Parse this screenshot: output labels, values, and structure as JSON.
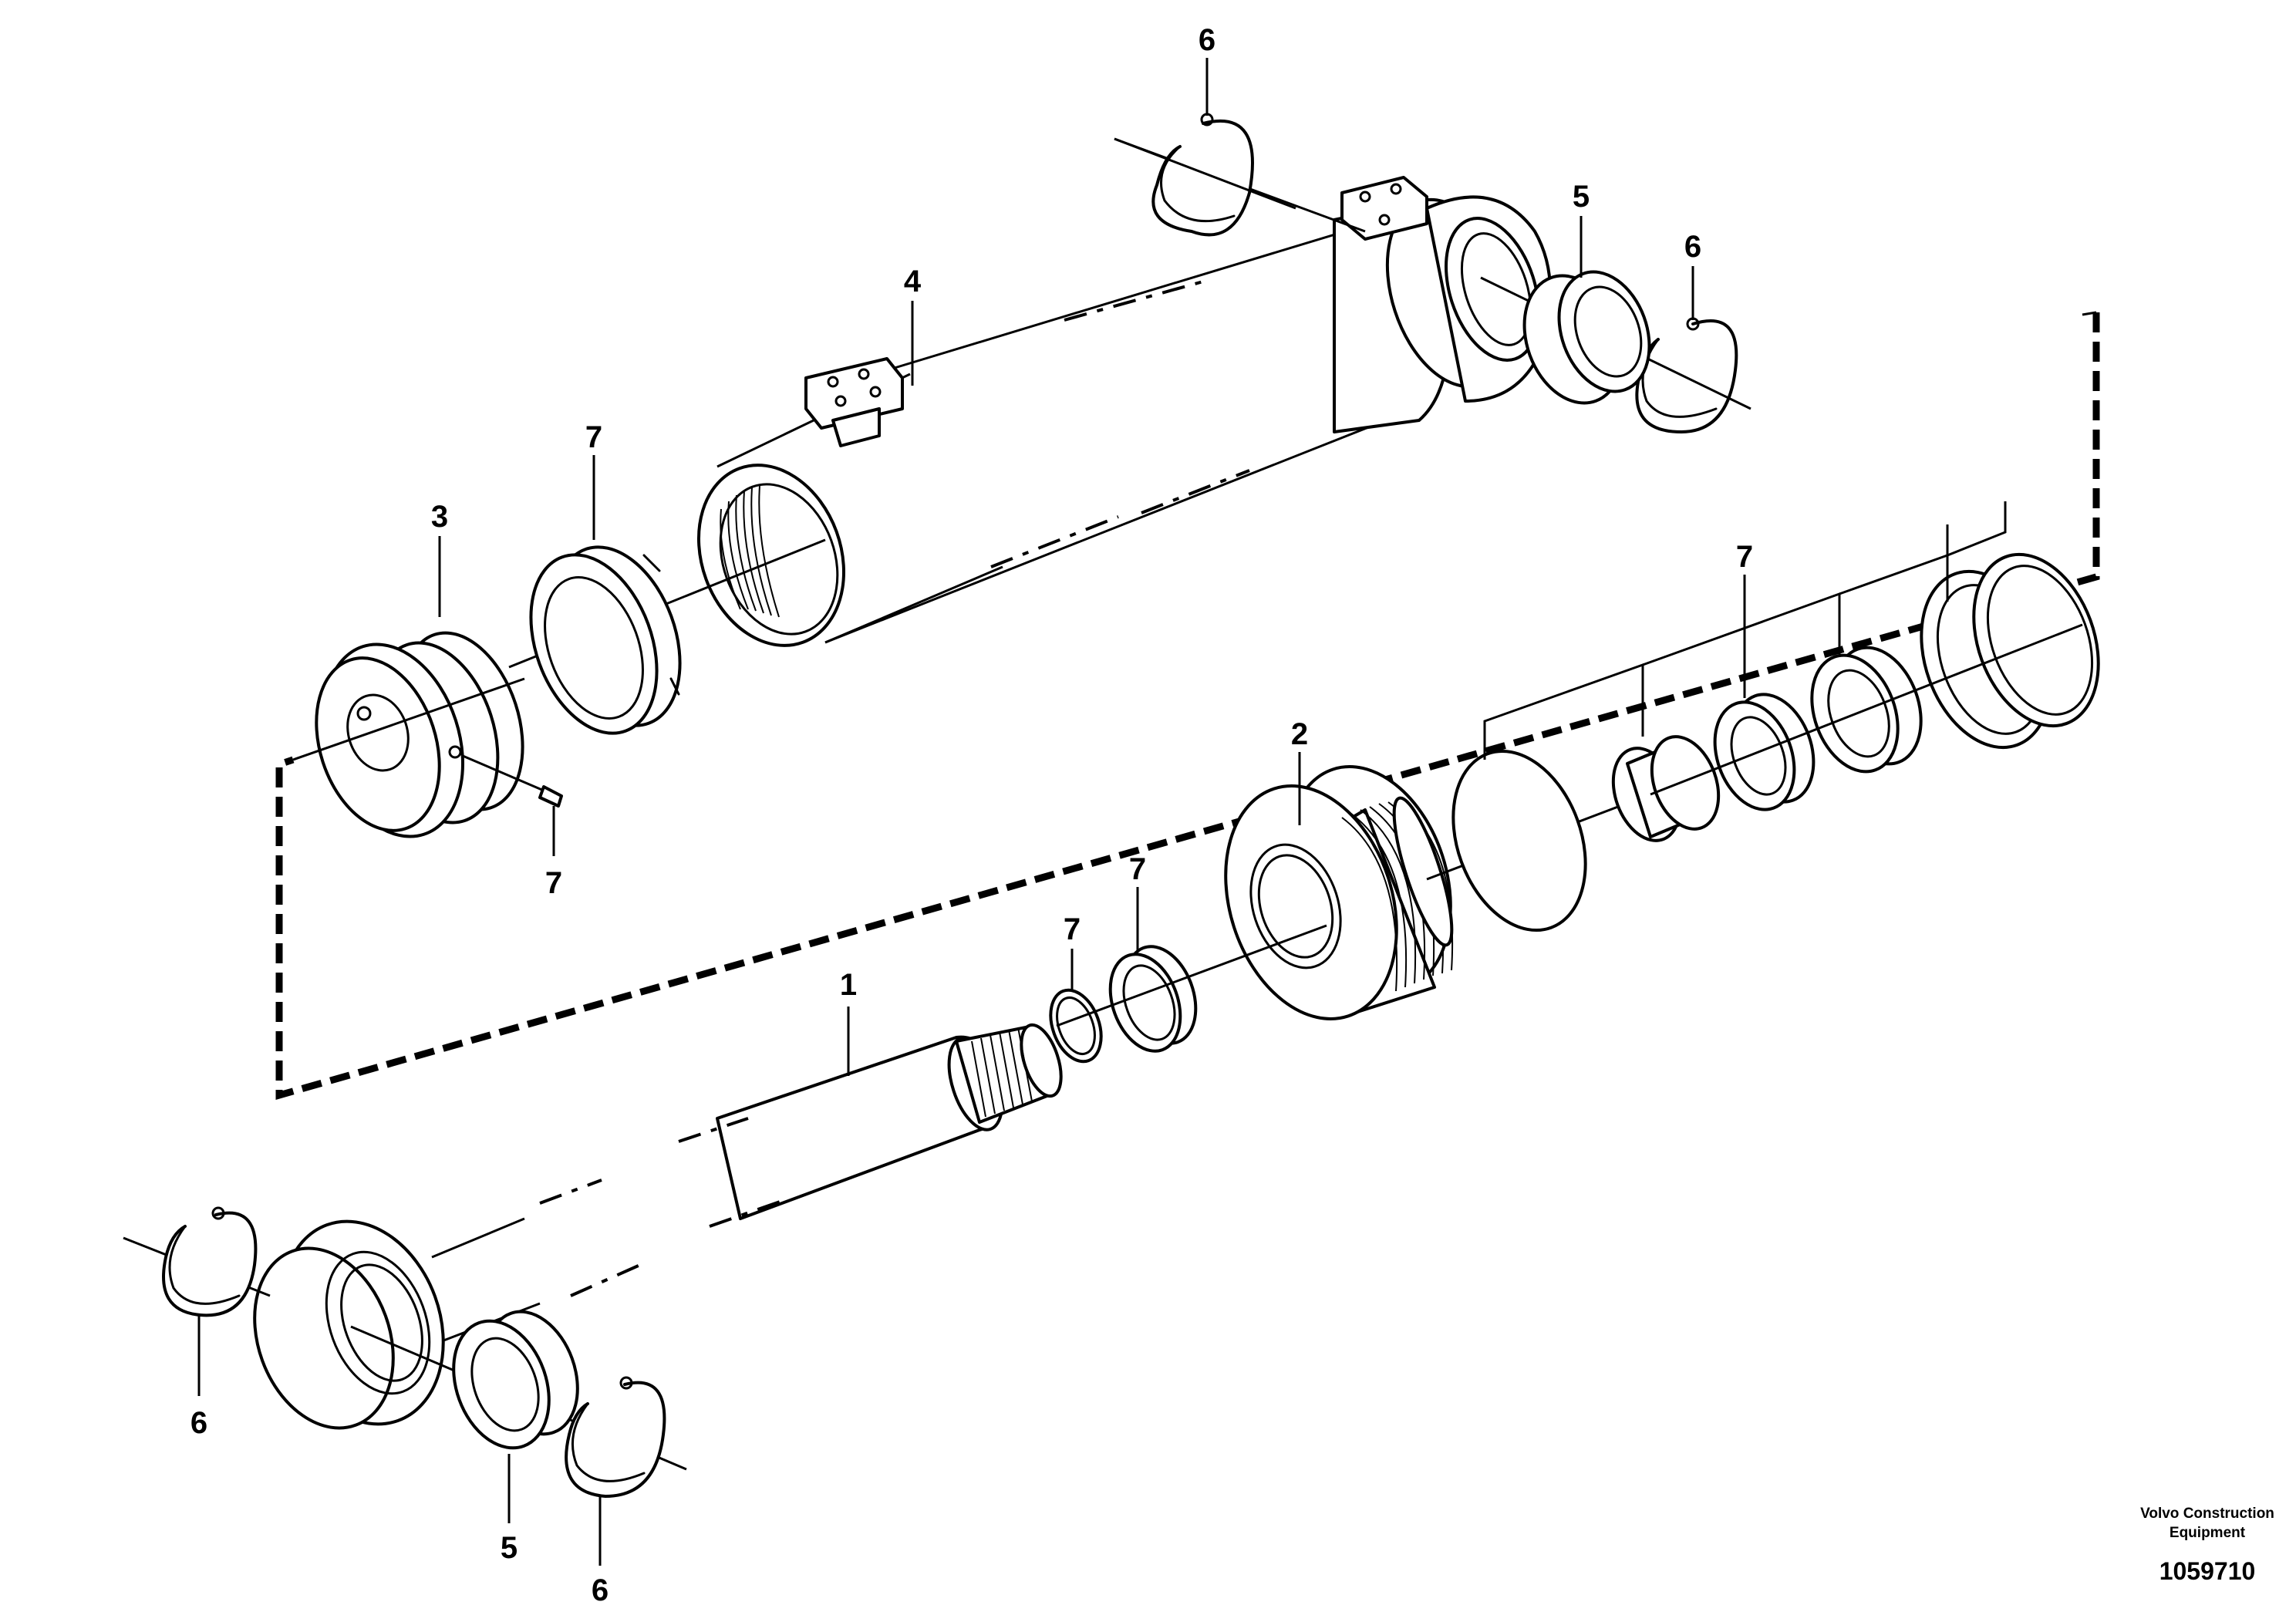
{
  "callouts": {
    "c1": "1",
    "c2": "2",
    "c3": "3",
    "c4": "4",
    "c5_top": "5",
    "c5_bottom": "5",
    "c6_top": "6",
    "c6_top_right": "6",
    "c6_bottom_left": "6",
    "c6_bottom": "6",
    "c7_head": "7",
    "c7_screw": "7",
    "c7_piston_a": "7",
    "c7_piston_b": "7",
    "c7_seal_set": "7"
  },
  "brand": {
    "line1": "Volvo Construction",
    "line2": "Equipment"
  },
  "drawing_number": "1059710",
  "colors": {
    "line": "#000000",
    "background": "#ffffff"
  }
}
